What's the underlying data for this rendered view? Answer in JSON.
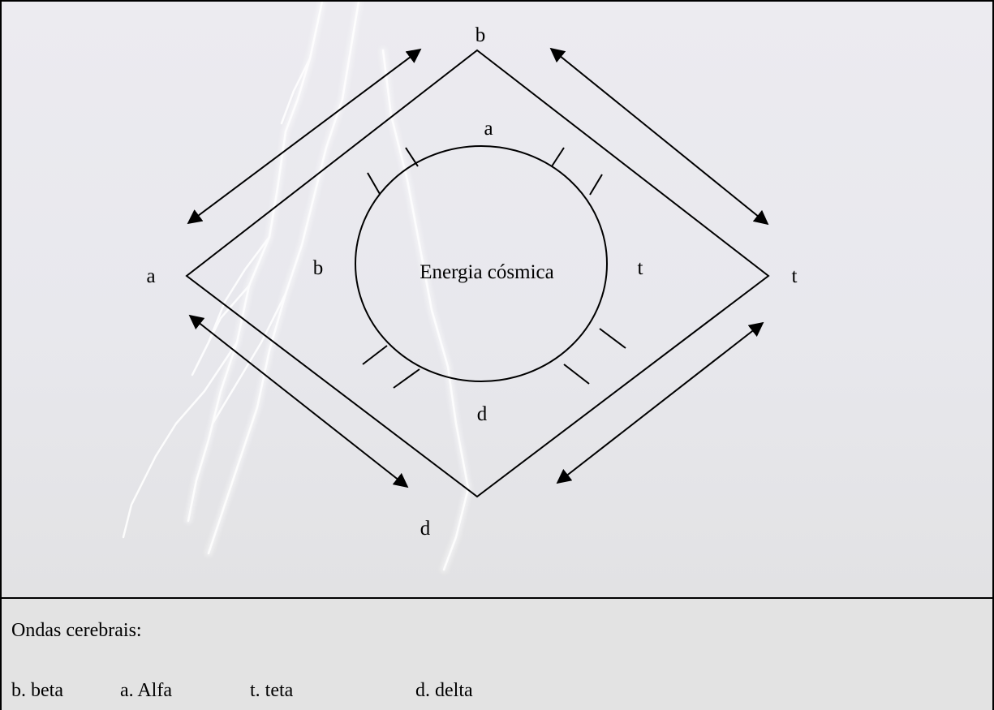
{
  "diagram": {
    "center_label": "Energia cósmica",
    "vertex_labels": {
      "top": "b",
      "left": "a",
      "right": "t",
      "bottom": "d"
    },
    "inner_labels": {
      "top": "a",
      "left": "b",
      "right": "t",
      "bottom": "d"
    }
  },
  "legend": {
    "title": "Ondas cerebrais:",
    "items": [
      "b. beta",
      "a. Alfa",
      "t. teta",
      "d. delta"
    ]
  },
  "colors": {
    "line": "#000000",
    "background": "#ebebef",
    "lightning": "#ffffff"
  }
}
